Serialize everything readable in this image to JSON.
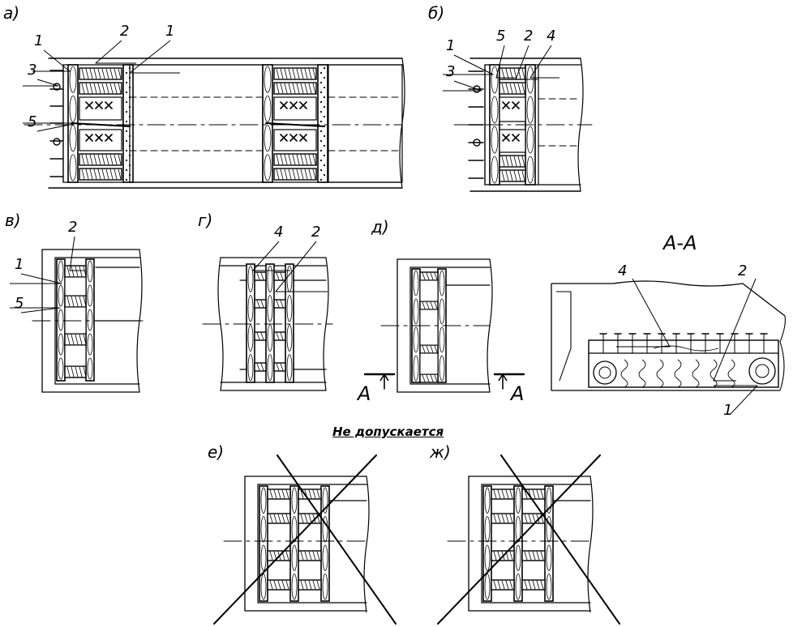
{
  "figures": {
    "a": "а)",
    "b": "б)",
    "v": "в)",
    "g": "г)",
    "d": "д)",
    "e": "е)",
    "zh": "ж)"
  },
  "section_title": "А-А",
  "section_marks": {
    "left": "А",
    "right": "А"
  },
  "warning": "Не допускается",
  "callouts": {
    "a": [
      "1",
      "2",
      "1",
      "3",
      "5"
    ],
    "b": [
      "1",
      "5",
      "2",
      "4",
      "3"
    ],
    "v": [
      "2",
      "1",
      "5"
    ],
    "g": [
      "4",
      "2"
    ],
    "aa": [
      "4",
      "2",
      "1"
    ]
  },
  "colors": {
    "line": "#000000",
    "background": "#ffffff"
  }
}
